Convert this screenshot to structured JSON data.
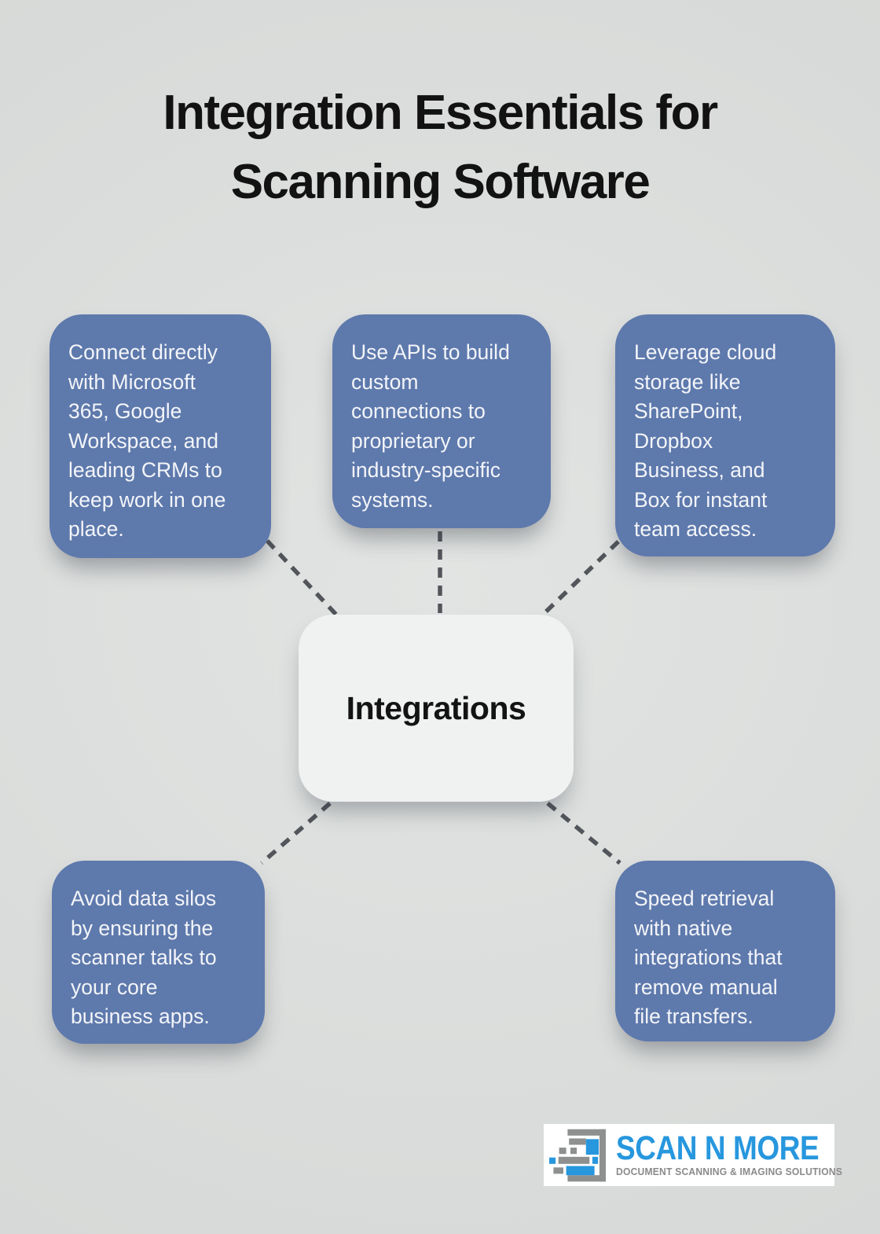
{
  "title": {
    "text": "Integration Essentials for\nScanning Software",
    "color": "#121212"
  },
  "center": {
    "label": "Integrations",
    "background": "#f0f1f1",
    "text_color": "#131313"
  },
  "cards": [
    {
      "position": "top-left",
      "text": "Connect directly\nwith Microsoft\n365, Google\nWorkspace, and\nleading CRMs to\nkeep work in one\nplace."
    },
    {
      "position": "top-middle",
      "text": "Use APIs to build\ncustom\nconnections to\nproprietary or\nindustry-specific\nsystems."
    },
    {
      "position": "top-right",
      "text": "Leverage cloud\nstorage like\nSharePoint,\nDropbox\nBusiness, and\nBox for instant\nteam access."
    },
    {
      "position": "bottom-left",
      "text": "Avoid data silos\nby ensuring the\nscanner talks to\nyour core\nbusiness apps."
    },
    {
      "position": "bottom-right",
      "text": "Speed retrieval\nwith native\nintegrations that\nremove manual\nfile transfers."
    }
  ],
  "card_style": {
    "background": "#5e79ac",
    "text_color": "#f3f5f9"
  },
  "connectors": {
    "style": "dashed",
    "color": "#52555a",
    "count": 5
  },
  "page": {
    "background": "#dcdedd"
  },
  "logo": {
    "name": "SCAN N MORE",
    "tagline": "DOCUMENT SCANNING & IMAGING SOLUTIONS",
    "name_color": "#2797de",
    "tagline_color": "#8a8a8a",
    "background": "#ffffff",
    "icon": "scan-document-pixels-icon",
    "icon_gray": "#8e9090",
    "icon_blue": "#2797de"
  }
}
